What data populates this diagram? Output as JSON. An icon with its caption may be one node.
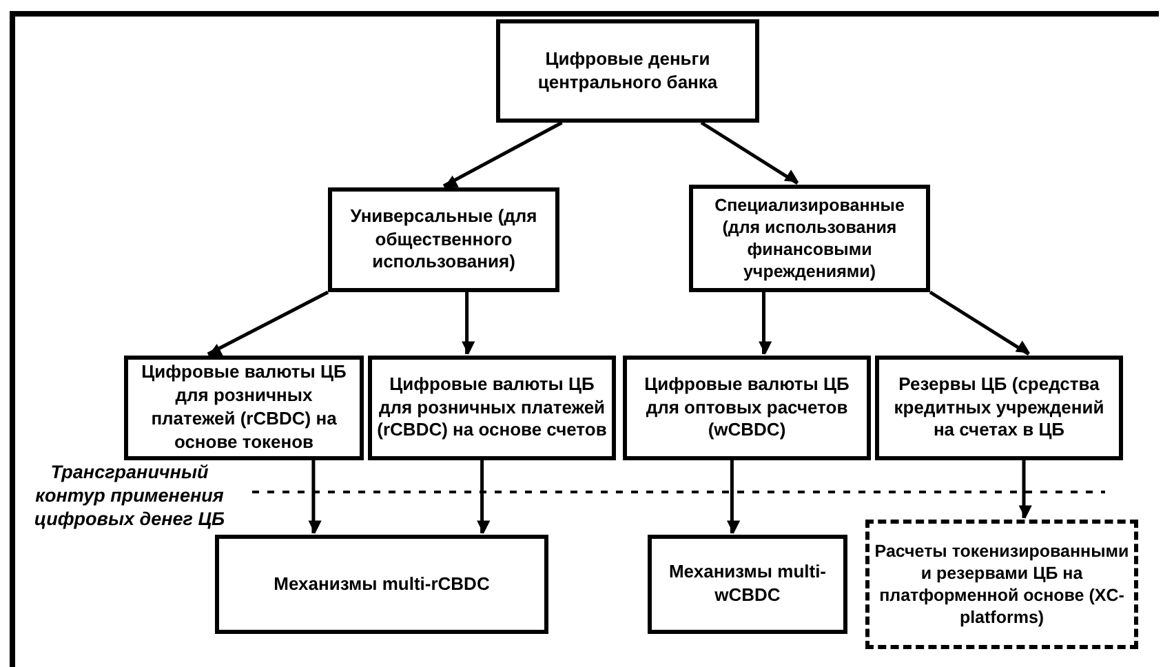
{
  "diagram": {
    "nodes": [
      {
        "text": [
          "Цифровые деньги центрального банка"
        ]
      },
      {
        "text": [
          "Универсальные (для общественного использования)"
        ]
      },
      {
        "text": [
          "Специализированные (для использования финансовыми учреждениями)"
        ]
      },
      {
        "text": [
          "Цифровые валюты ЦБ для розничных платежей (rCBDC) на основе токенов"
        ]
      },
      {
        "text": [
          "Цифровые валюты ЦБ для розничных платежей (rCBDC) на основе счетов"
        ]
      },
      {
        "text": [
          "Цифровые валюты ЦБ для оптовых расчетов (wCBDC)"
        ]
      },
      {
        "text": [
          "Резервы ЦБ (средства кредитных учреждений на счетах в ЦБ"
        ]
      },
      {
        "text": [
          "Механизмы multi-rCBDC"
        ]
      },
      {
        "text": [
          "Механизмы multi-wCBDC"
        ]
      },
      {
        "text": [
          "Расчеты токенизированными и резервами ЦБ на платформенной основе (XC-platforms)"
        ]
      }
    ],
    "edges": [
      {
        "from": 0,
        "to": 1,
        "arrow": "to"
      },
      {
        "from": 0,
        "to": 2,
        "arrow": "to"
      },
      {
        "from": 1,
        "to": 3,
        "arrow": "to"
      },
      {
        "from": 1,
        "to": 4,
        "arrow": "to"
      },
      {
        "from": 2,
        "to": 5,
        "arrow": "to"
      },
      {
        "from": 2,
        "to": 6,
        "arrow": "to"
      },
      {
        "from": 3,
        "to": 7,
        "arrow": "to"
      },
      {
        "from": 4,
        "to": 7,
        "arrow": "to"
      },
      {
        "from": 5,
        "to": 8,
        "arrow": "to"
      },
      {
        "from": 6,
        "to": 9,
        "arrow": "to"
      }
    ],
    "labels": [
      "Трансграничный контур применения цифровых денег ЦБ"
    ]
  }
}
